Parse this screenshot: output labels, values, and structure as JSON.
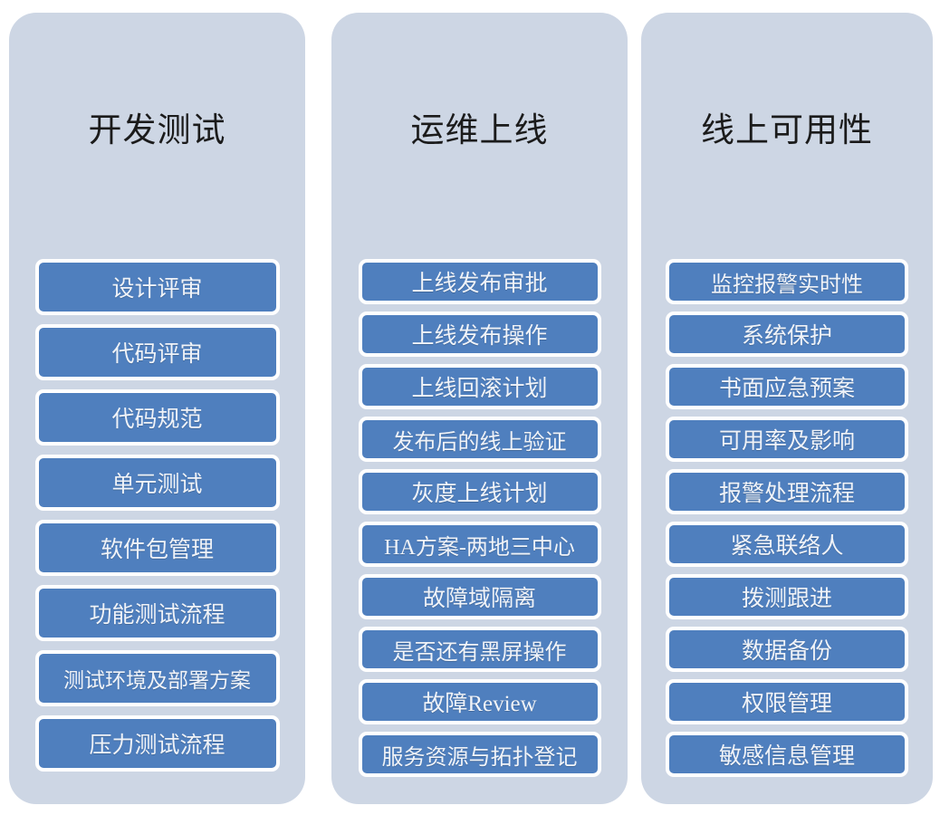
{
  "colors": {
    "panel_background": "#CDD6E4",
    "card_background": "#4F7FBE",
    "card_border": "#FFFFFF",
    "card_text": "#F0F3F8",
    "title_text": "#1B1B1B",
    "page_background": "#FFFFFF"
  },
  "panels": [
    {
      "title": "开发测试",
      "items": [
        "设计评审",
        "代码评审",
        "代码规范",
        "单元测试",
        "软件包管理",
        "功能测试流程",
        "测试环境及部署方案",
        "压力测试流程"
      ]
    },
    {
      "title": "运维上线",
      "items": [
        "上线发布审批",
        "上线发布操作",
        "上线回滚计划",
        "发布后的线上验证",
        "灰度上线计划",
        "HA方案-两地三中心",
        "故障域隔离",
        "是否还有黑屏操作",
        "故障Review",
        "服务资源与拓扑登记"
      ]
    },
    {
      "title": "线上可用性",
      "items": [
        "监控报警实时性",
        "系统保护",
        "书面应急预案",
        "可用率及影响",
        "报警处理流程",
        "紧急联络人",
        "拨测跟进",
        "数据备份",
        "权限管理",
        "敏感信息管理"
      ]
    }
  ]
}
